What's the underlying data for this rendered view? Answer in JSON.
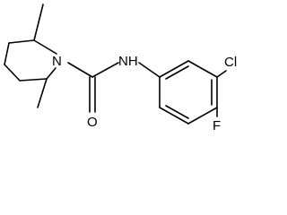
{
  "molecule": {
    "atoms": [
      {
        "label": "N"
      },
      {
        "label": "NH"
      },
      {
        "label": "O"
      },
      {
        "label": "Cl"
      },
      {
        "label": "F"
      }
    ],
    "colors": {
      "bond": "#000000",
      "text": "#000000",
      "background": "#ffffff"
    }
  }
}
